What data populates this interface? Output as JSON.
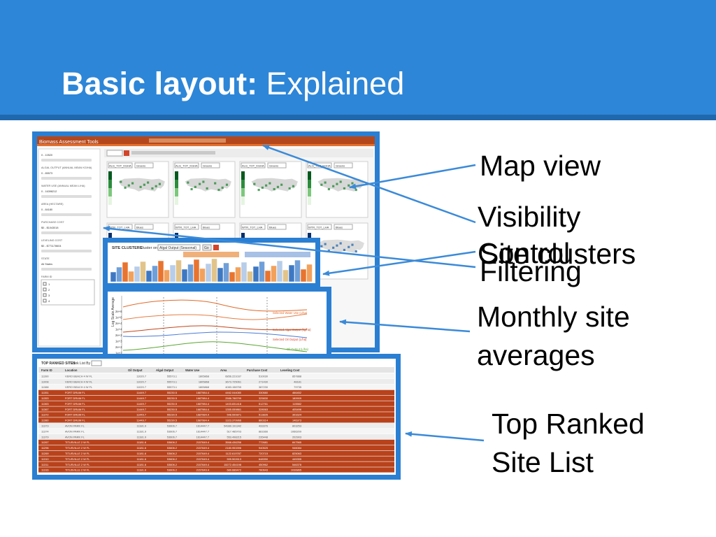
{
  "slide": {
    "title_bold": "Basic layout:",
    "title_rest": " Explained"
  },
  "callouts": {
    "map_view": "Map view",
    "visibility_1": "Visibility",
    "visibility_2": "Control",
    "site_clusters": "Site clusters",
    "filtering": "Filtering",
    "monthly_1": "Monthly site",
    "monthly_2": "averages",
    "top_ranked_1": "Top Ranked",
    "top_ranked_2": "Site List"
  },
  "app": {
    "toolbar_title": "Biomass Assessment Tools",
    "sidebar": {
      "filters": [
        {
          "label": "",
          "value": "0 - 10520"
        },
        {
          "label": "ALGAL OUTPUT (ANNUAL MEAN KG/HA)",
          "value": "0 - 85573"
        },
        {
          "label": "WATER USE (ANNUAL MEAN L/HA)",
          "value": "0 - 16398212"
        },
        {
          "label": "AREA (HECTARE)",
          "value": "0 - 84180"
        },
        {
          "label": "PURCHASE COST",
          "value": "$0 - $1043018"
        },
        {
          "label": "LEVELING COST",
          "value": "$0 - $771178604"
        },
        {
          "label": "STATE",
          "value": "All States"
        }
      ],
      "farm_id_label": "FARM ID",
      "farm_ids": [
        "1",
        "2",
        "3",
        "4"
      ]
    },
    "maps": {
      "row1_select": "ALG_TOT_KGHA",
      "row1_color": "Greens",
      "row2_select": "WTR_TOT_LHA",
      "row2_color": "Blues"
    },
    "clusters": {
      "title": "SITE CLUSTERS",
      "cluster_on_label": "Cluster on",
      "cluster_on_value": "Algal Output (Seasonal)",
      "go_label": "Go"
    },
    "monthly": {
      "ylabel": "Log Scale Average",
      "series": [
        {
          "name": "Selected Water Use (L/ha)",
          "color": "#e06a2a"
        },
        {
          "name": "Selected Algal Output (kg/ha)",
          "color": "#c0471c"
        },
        {
          "name": "Selected Oil Output (L/ha)",
          "color": "#e3442c"
        },
        {
          "name": "Oil Output (L/ha)",
          "color": "#5aa632"
        }
      ],
      "yticks": [
        "2e+6",
        "1e+6",
        "2e+4",
        "1e+4",
        "2e+3",
        "1e+3",
        "2e+2",
        "1e+2"
      ]
    },
    "ranked": {
      "title": "TOP RANKED SITES",
      "subtitle": "Rank List By",
      "columns": [
        "Farm ID",
        "Location",
        "Oil Output",
        "Algal Output",
        "Water Use",
        "Area",
        "Purchase Cost",
        "Leveling Cost"
      ],
      "rows": [
        [
          "11390",
          "VERO BEACH 4 W FL",
          "11020.7",
          "55573.1",
          "1805868",
          "6856.221037",
          "510030",
          "857888"
        ],
        [
          "11008",
          "VERO BEACH 4 W FL",
          "11020.7",
          "55573.1",
          "1805868",
          "3673.725061",
          "271430",
          "48181"
        ],
        [
          "11388",
          "VERO BEACH 4 W FL",
          "11020.7",
          "55573.1",
          "1805868",
          "4083.158755",
          "387230",
          "79735"
        ],
        [
          "11351",
          "FORT DRUM FL",
          "11449.7",
          "55230.5",
          "1687984.4",
          "4462.044080",
          "330580",
          "466452"
        ],
        [
          "11353",
          "FORT DRUM FL",
          "11449.7",
          "55230.5",
          "1687984.4",
          "2586.788799",
          "325830",
          "189909"
        ],
        [
          "11363",
          "FORT DRUM FL",
          "11449.7",
          "55230.5",
          "1687984.4",
          "1403.831418",
          "512761",
          "115582"
        ],
        [
          "11367",
          "FORT DRUM FL",
          "11449.7",
          "55230.5",
          "1687984.4",
          "1355.059861",
          "328063",
          "405496"
        ],
        [
          "11372",
          "FORT DRUM FL",
          "11449.7",
          "55230.5",
          "1687984.4",
          "548.590871",
          "513826",
          "391624"
        ],
        [
          "11380",
          "FORT DRUM FL",
          "11449.7",
          "55230.5",
          "1687984.4",
          "1323.379966",
          "860314",
          "146373"
        ],
        [
          "11373",
          "AVON PARK FL",
          "11181.9",
          "53606.7",
          "1614447.7",
          "54389.191342",
          "433376",
          "803253"
        ],
        [
          "11374",
          "AVON PARK FL",
          "11181.9",
          "53606.7",
          "1614447.7",
          "517.485703",
          "881666",
          "1066209"
        ],
        [
          "11379",
          "AVON PARK FL",
          "11181.9",
          "53606.7",
          "1614447.7",
          "553.498215",
          "235448",
          "202903"
        ],
        [
          "11267",
          "TITUSVILLE 2 W FL",
          "11181.6",
          "53606.2",
          "2157649.4",
          "3568.436256",
          "772681",
          "847565"
        ],
        [
          "11296",
          "TITUSVILLE 2 W FL",
          "11181.6",
          "53606.2",
          "2157649.4",
          "2180.953396",
          "940525",
          "946084"
        ],
        [
          "11269",
          "TITUSVILLE 2 W FL",
          "11181.6",
          "53606.2",
          "2157649.4",
          "1122.619787",
          "720715",
          "825063"
        ],
        [
          "11310",
          "TITUSVILLE 2 W FL",
          "11181.6",
          "53606.2",
          "2157649.4",
          "595.502613",
          "648390",
          "445355"
        ],
        [
          "11311",
          "TITUSVILLE 2 W FL",
          "11181.6",
          "53606.2",
          "2157649.4",
          "15272.454198",
          "450962",
          "546378"
        ],
        [
          "11316",
          "TITUSVILLE 2 W FL",
          "11181.6",
          "53606.2",
          "2157649.4",
          "689.686472",
          "780643",
          "1036865"
        ]
      ]
    }
  }
}
